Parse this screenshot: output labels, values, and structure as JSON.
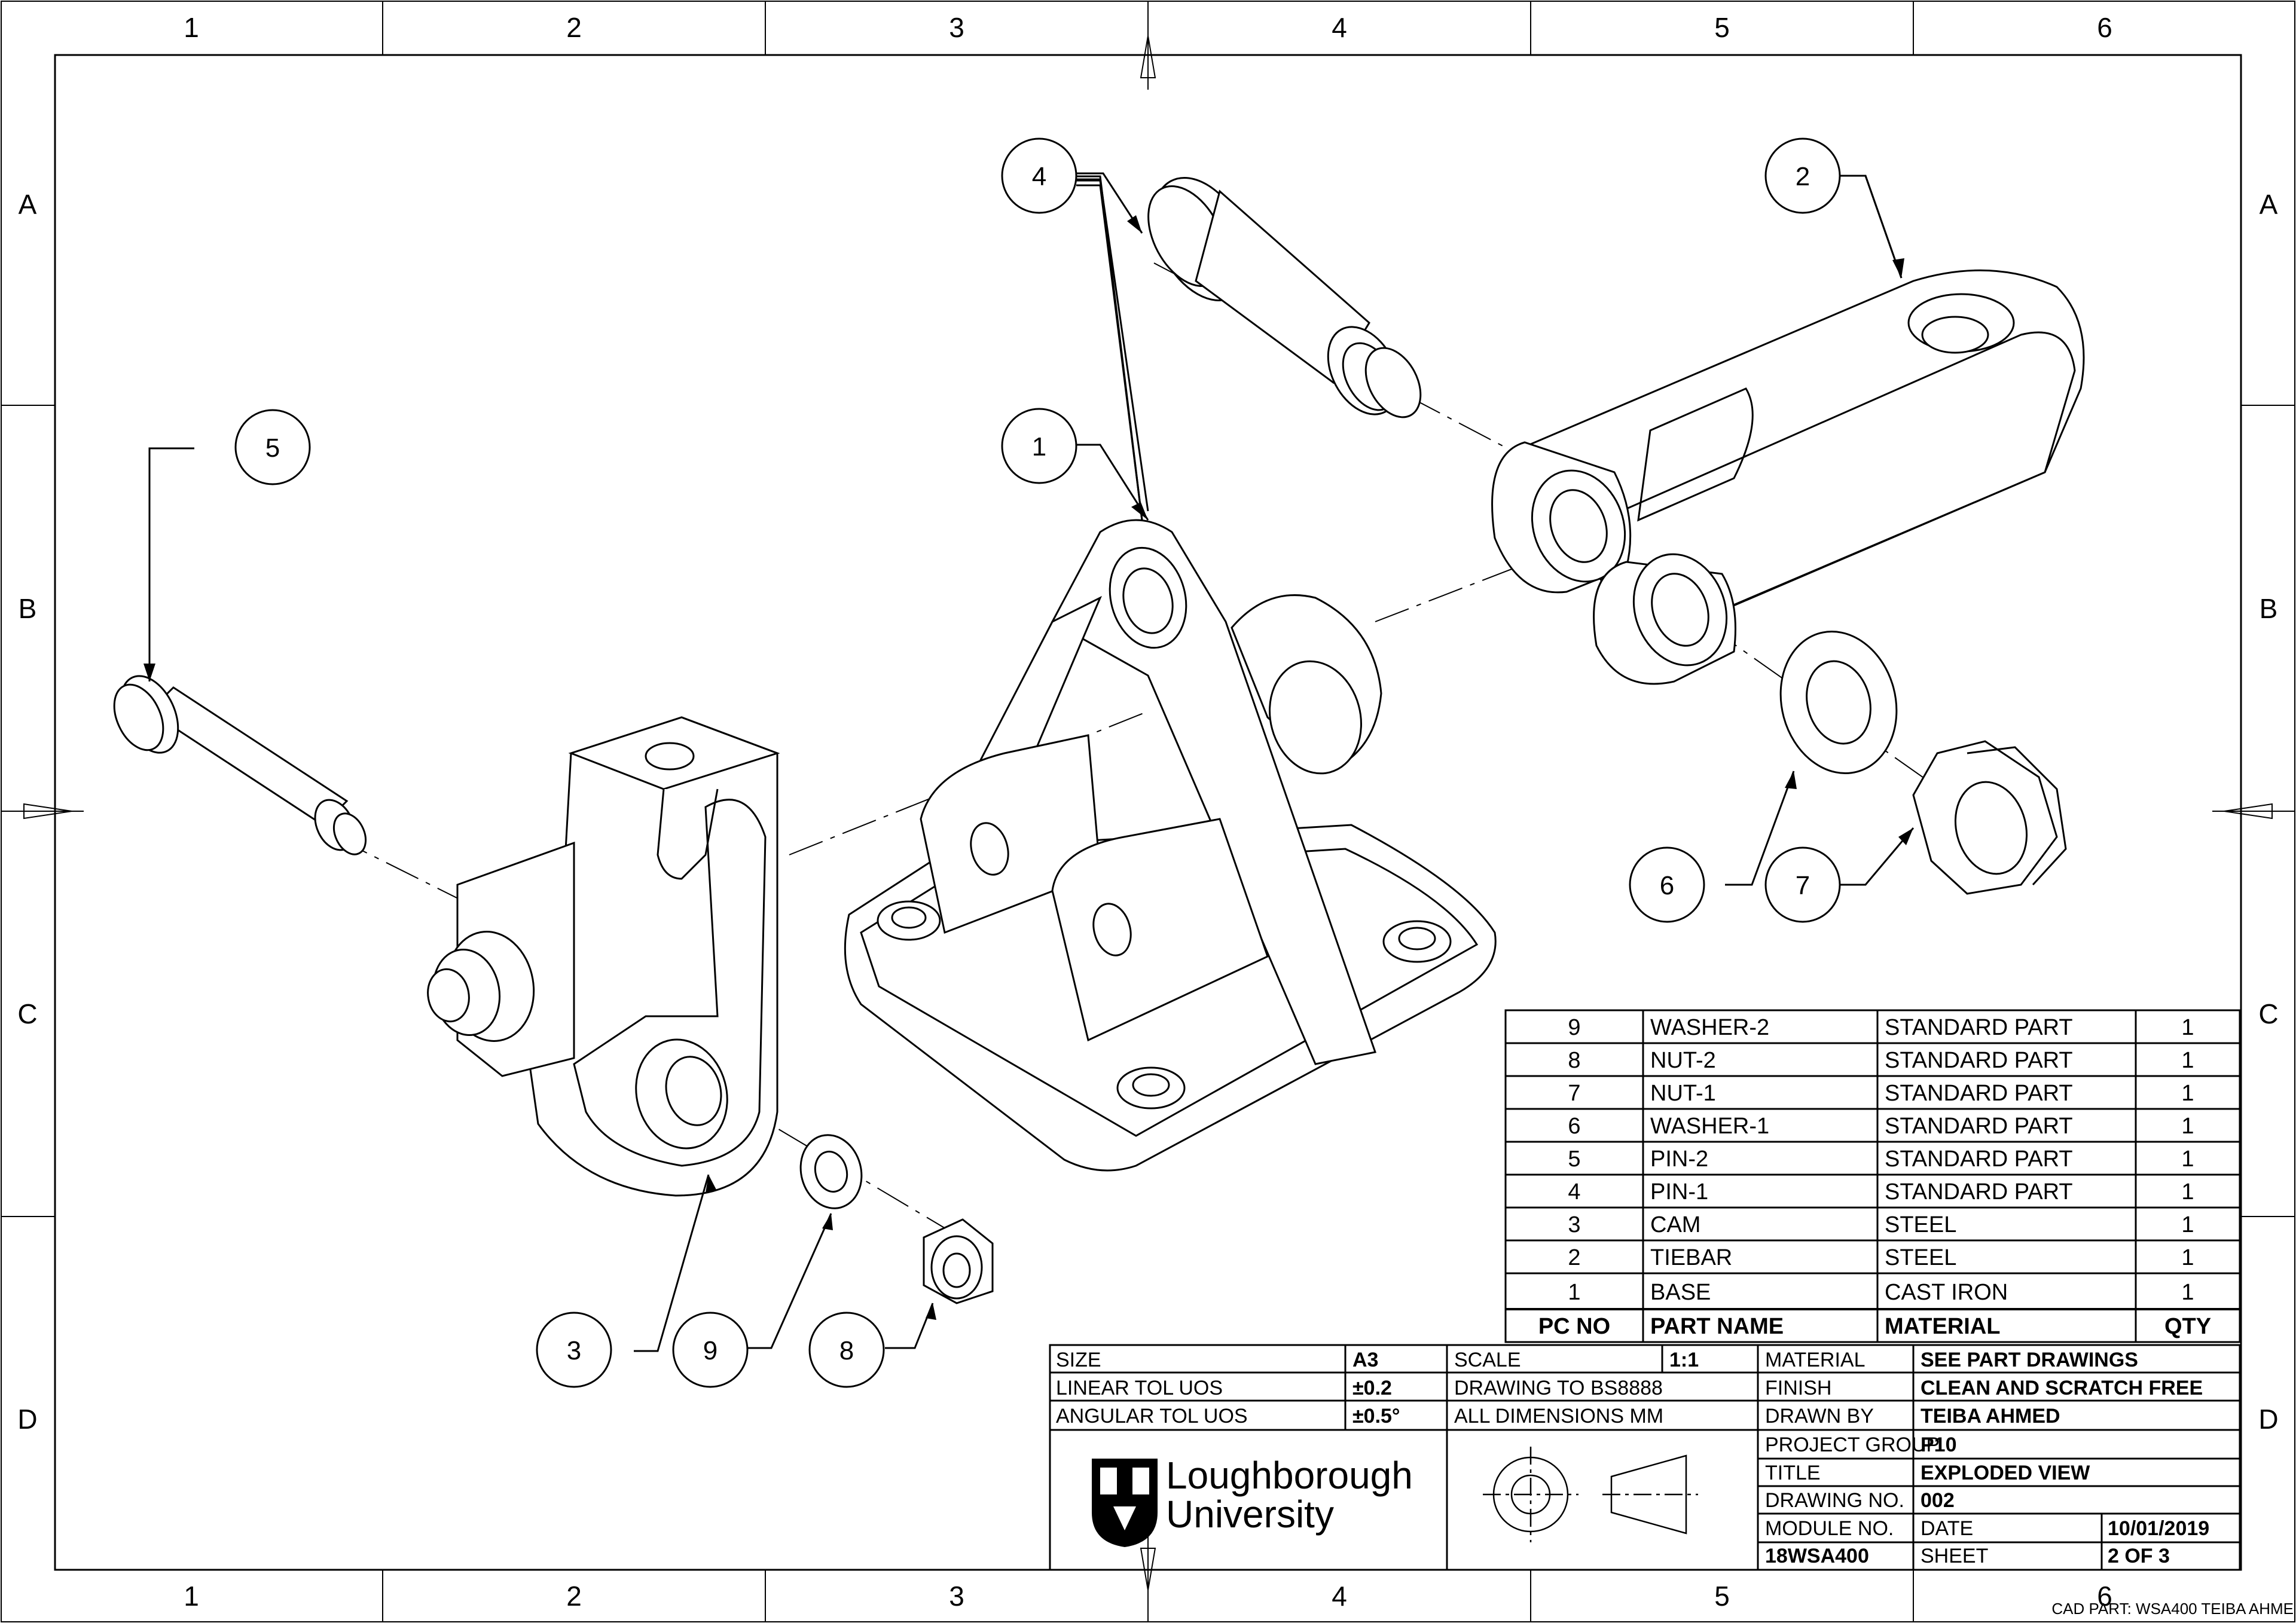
{
  "grid": {
    "columns": [
      "1",
      "2",
      "3",
      "4",
      "5",
      "6"
    ],
    "rows": [
      "A",
      "B",
      "C",
      "D"
    ]
  },
  "balloons": [
    {
      "n": "1"
    },
    {
      "n": "2"
    },
    {
      "n": "3"
    },
    {
      "n": "4"
    },
    {
      "n": "5"
    },
    {
      "n": "6"
    },
    {
      "n": "7"
    },
    {
      "n": "8"
    },
    {
      "n": "9"
    }
  ],
  "bom": {
    "rows": [
      {
        "pc": "9",
        "name": "WASHER-2",
        "material": "STANDARD PART",
        "qty": "1"
      },
      {
        "pc": "8",
        "name": "NUT-2",
        "material": "STANDARD PART",
        "qty": "1"
      },
      {
        "pc": "7",
        "name": "NUT-1",
        "material": "STANDARD PART",
        "qty": "1"
      },
      {
        "pc": "6",
        "name": "WASHER-1",
        "material": "STANDARD PART",
        "qty": "1"
      },
      {
        "pc": "5",
        "name": "PIN-2",
        "material": "STANDARD PART",
        "qty": "1"
      },
      {
        "pc": "4",
        "name": "PIN-1",
        "material": "STANDARD PART",
        "qty": "1"
      },
      {
        "pc": "3",
        "name": "CAM",
        "material": "STEEL",
        "qty": "1"
      },
      {
        "pc": "2",
        "name": "TIEBAR",
        "material": "STEEL",
        "qty": "1"
      },
      {
        "pc": "1",
        "name": "BASE",
        "material": "CAST IRON",
        "qty": "1"
      }
    ],
    "header": {
      "pc": "PC NO",
      "name": "PART NAME",
      "material": "MATERIAL",
      "qty": "QTY"
    }
  },
  "title_block": {
    "size_label": "SIZE",
    "size_value": "A3",
    "scale_label": "SCALE",
    "scale_value": "1:1",
    "linear_tol_label": "LINEAR TOL UOS",
    "linear_tol_value": "±0.2",
    "angular_tol_label": "ANGULAR TOL UOS",
    "angular_tol_value": "±0.5°",
    "drawing_std": "DRAWING TO BS8888",
    "dims": "ALL DIMENSIONS MM",
    "material_label": "MATERIAL",
    "material_value": "SEE PART DRAWINGS",
    "finish_label": "FINISH",
    "finish_value": "CLEAN AND SCRATCH FREE",
    "drawn_by_label": "DRAWN BY",
    "drawn_by_value": "TEIBA AHMED",
    "project_group_label": "PROJECT GROUP",
    "project_group_value": "P10",
    "title_label": "TITLE",
    "title_value": "EXPLODED VIEW",
    "drawing_no_label": "DRAWING NO.",
    "drawing_no_value": "002",
    "module_no_label": "MODULE NO.",
    "module_no_value": "18WSA400",
    "date_label": "DATE",
    "date_value": "10/01/2019",
    "sheet_label": "SHEET",
    "sheet_value": "2 OF 3",
    "logo_line1": "Loughborough",
    "logo_line2": "University"
  },
  "footer_note": "CAD PART: WSA400 TEIBA AHME"
}
